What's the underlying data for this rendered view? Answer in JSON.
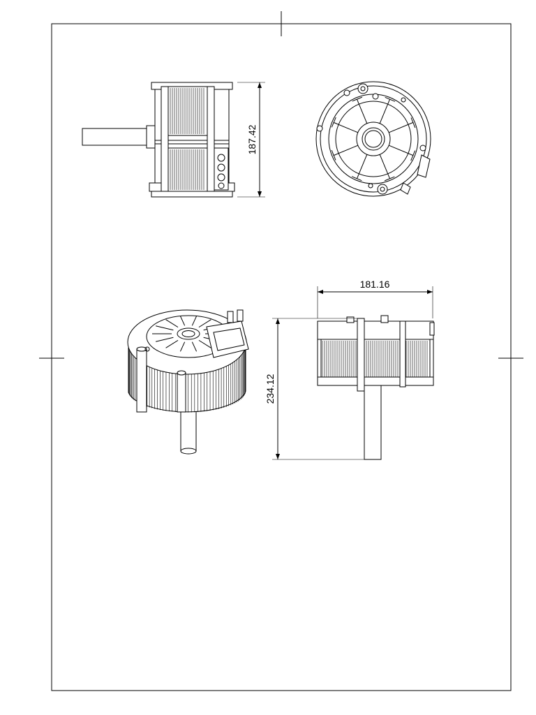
{
  "drawing": {
    "dimensions": {
      "side_height": "187.42",
      "front_width": "181.16",
      "front_height": "234.12"
    }
  }
}
